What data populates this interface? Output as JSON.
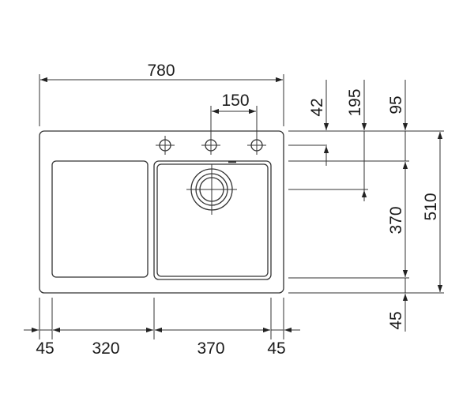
{
  "diagram": {
    "overall_width": "780",
    "tap_spacing": "150",
    "tap_offset_right": "42",
    "drain_offset": "195",
    "bowl_top_offset": "95",
    "bowl_depth": "370",
    "overall_depth": "510",
    "bottom_margin": "45",
    "left_margin": "45",
    "drainer_width": "320",
    "bowl_width": "370",
    "right_margin": "45"
  }
}
